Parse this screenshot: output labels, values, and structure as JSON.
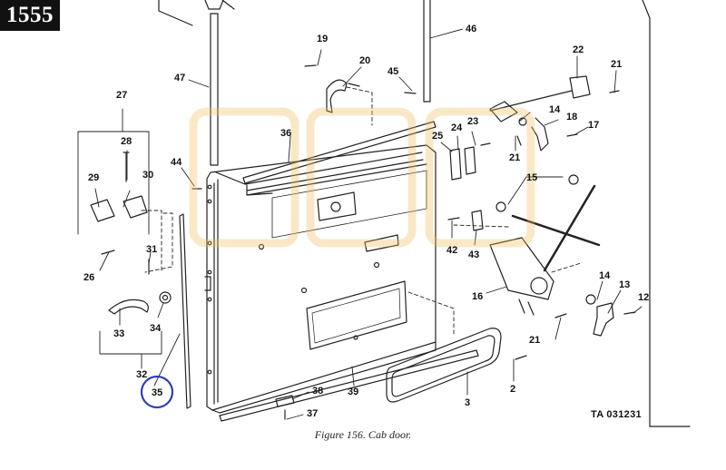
{
  "page_number": "1555",
  "figure_caption": "Figure 156. Cab door.",
  "drawing_code": "TA 031231",
  "callouts": {
    "c2": "2",
    "c3": "3",
    "c12": "12",
    "c13": "13",
    "c14a": "14",
    "c14b": "14",
    "c15": "15",
    "c16": "16",
    "c17": "17",
    "c18": "18",
    "c19": "19",
    "c20": "20",
    "c21a": "21",
    "c21b": "21",
    "c21c": "21",
    "c22": "22",
    "c23": "23",
    "c24": "24",
    "c25": "25",
    "c26": "26",
    "c27": "27",
    "c28": "28",
    "c29": "29",
    "c30": "30",
    "c31": "31",
    "c32": "32",
    "c33": "33",
    "c34": "34",
    "c35": "35",
    "c36": "36",
    "c37": "37",
    "c38": "38",
    "c39": "39",
    "c42": "42",
    "c43": "43",
    "c44": "44",
    "c45": "45",
    "c46": "46",
    "c47": "47"
  },
  "highlight": {
    "color": "#2f3fb0",
    "target": "35"
  },
  "watermark_color": "#f0c060"
}
